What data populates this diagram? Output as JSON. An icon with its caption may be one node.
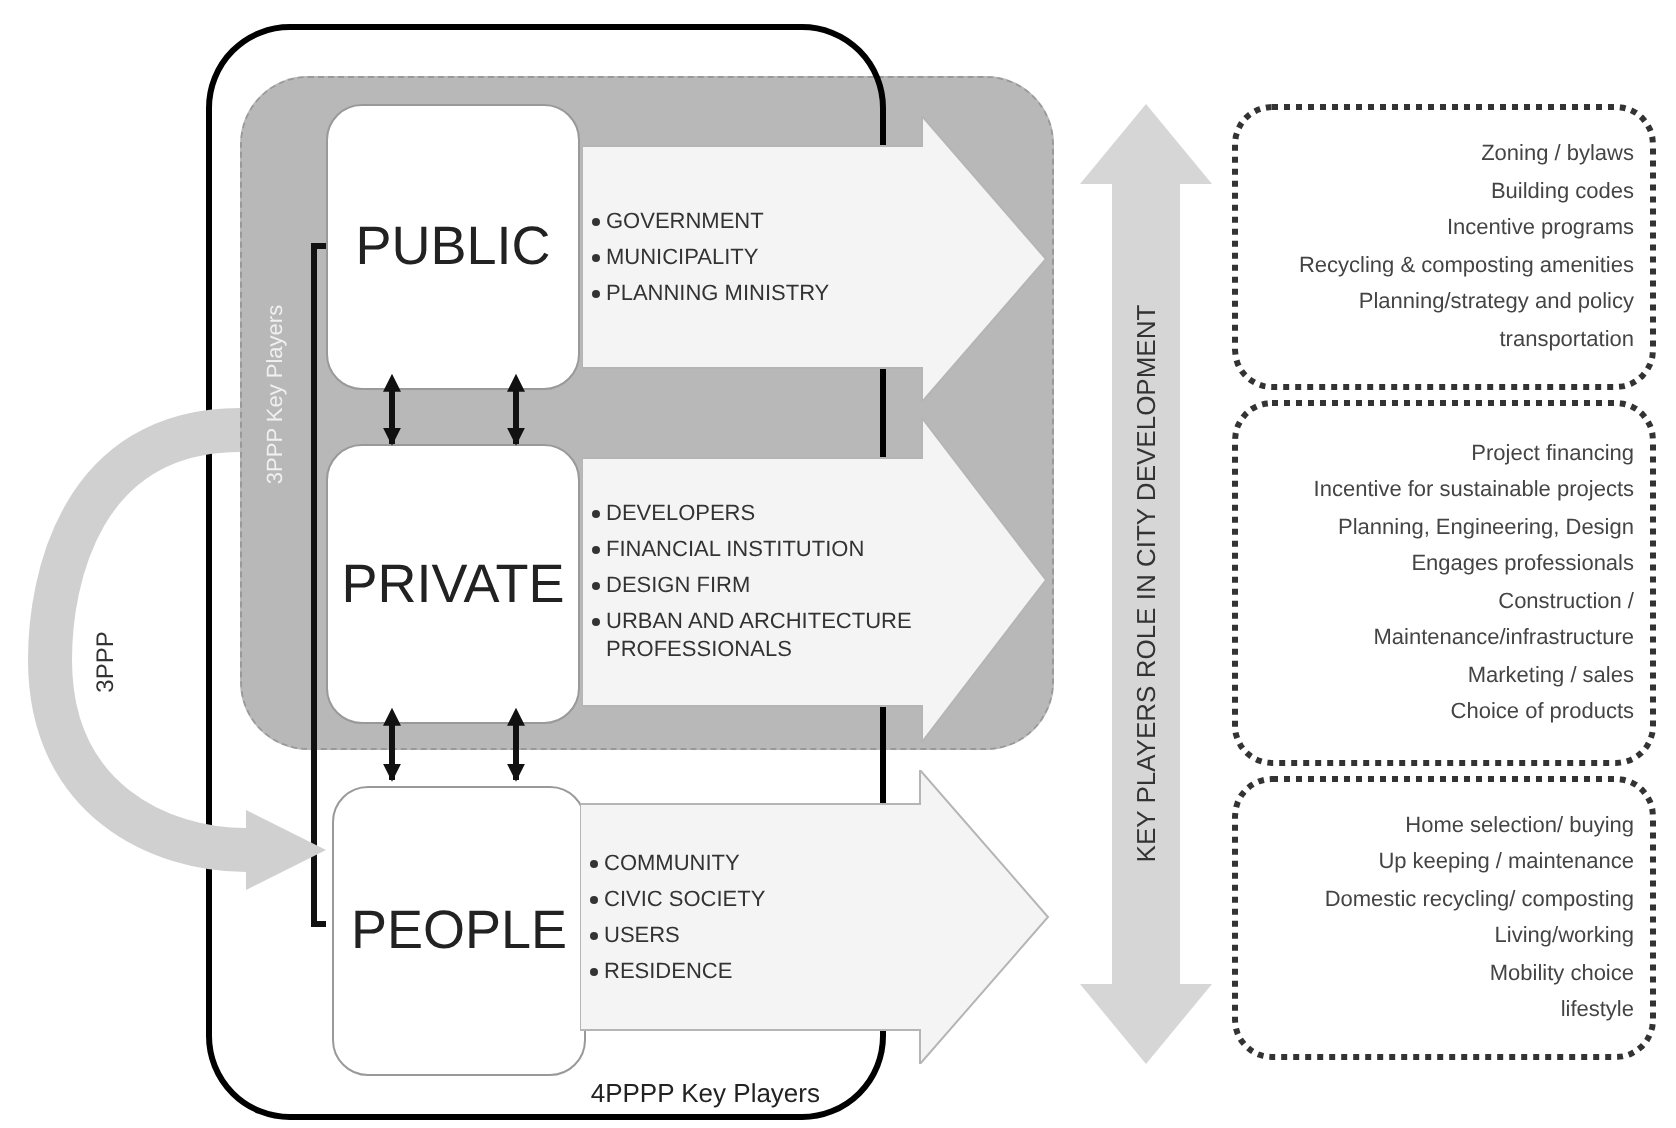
{
  "diagram": {
    "nodes": [
      {
        "text": [
          "4PPPP Key Players"
        ]
      },
      {
        "text": [
          "3PPP Key Players"
        ]
      },
      {
        "text": [
          "PUBLIC"
        ]
      },
      {
        "text": [
          "GOVERNMENT",
          "MUNICIPALITY",
          "PLANNING MINISTRY"
        ],
        "in": 1
      },
      {
        "text": [
          "PRIVATE"
        ]
      },
      {
        "text": [
          "DEVELOPERS",
          "FINANCIAL INSTITUTION",
          "DESIGN FIRM",
          "URBAN AND ARCHITECTURE PROFESSIONALS"
        ],
        "in": 1
      },
      {
        "text": [
          "PEOPLE"
        ],
        "in": 0
      },
      {
        "text": [
          "COMMUNITY",
          "CIVIC SOCIETY",
          "USERS",
          "RESIDENCE"
        ]
      },
      {
        "text": [
          "KEY PLAYERS ROLE IN CITY DEVELOPMENT"
        ]
      },
      {
        "text": [
          "Zoning / bylaws",
          "Building codes",
          "Incentive programs",
          "Recycling & composting amenities",
          "Planning/strategy and policy",
          "transportation"
        ]
      },
      {
        "text": [
          "Project financing",
          "Incentive for sustainable projects",
          "Planning, Engineering, Design",
          "Engages professionals",
          "Construction /",
          "Maintenance/infrastructure",
          "Marketing / sales",
          "Choice of products"
        ]
      },
      {
        "text": [
          "Home selection/ buying",
          "Up keeping / maintenance",
          "Domestic recycling/ composting",
          "Living/working",
          "Mobility choice",
          "lifestyle"
        ]
      }
    ],
    "edges": [
      {
        "from": 2,
        "to": 4,
        "arrow": "both"
      },
      {
        "from": 2,
        "to": 4,
        "arrow": "both"
      },
      {
        "from": 4,
        "to": 6,
        "arrow": "both"
      },
      {
        "from": 4,
        "to": 6,
        "arrow": "both"
      },
      {
        "from": 2,
        "to": 6,
        "arrow": "none"
      },
      {
        "from": 1,
        "to": 6,
        "arrow": "to",
        "label": "3PPP",
        "style": "thick",
        "color": "#d0d0d0"
      }
    ]
  }
}
